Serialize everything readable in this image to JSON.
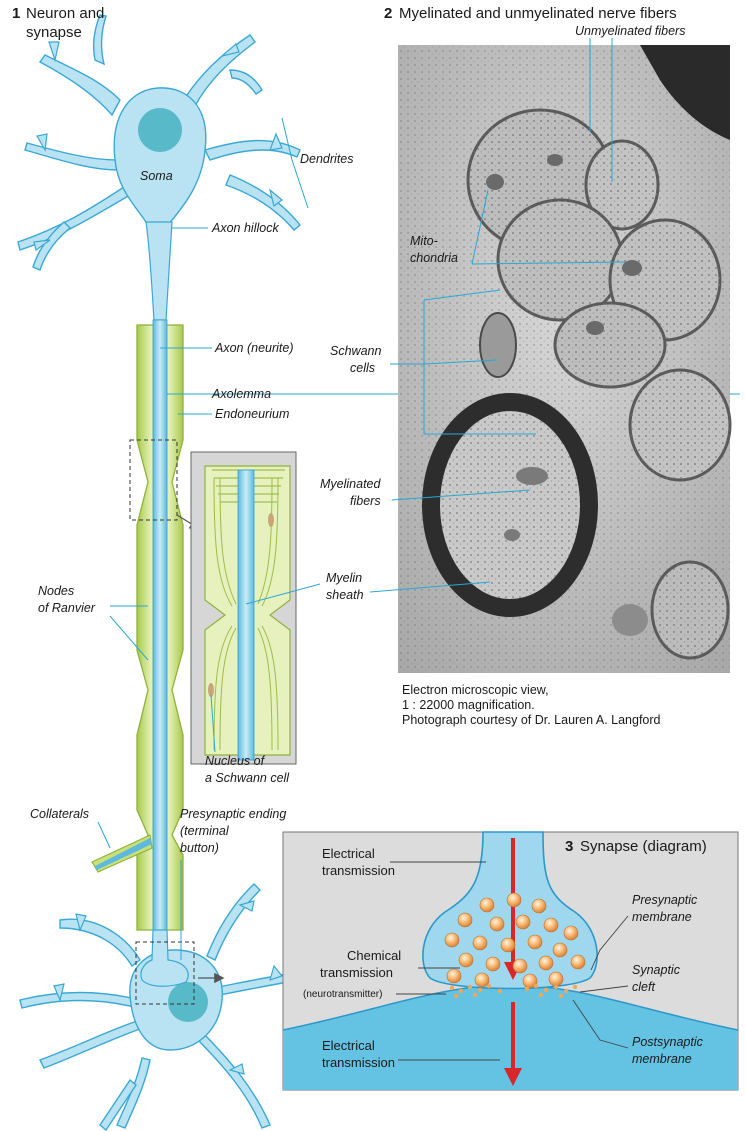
{
  "colors": {
    "neuron_fill": "#b9e3f3",
    "neuron_stroke": "#3aa8d4",
    "axon_core": "#79c8e6",
    "myelin": "#c8e07c",
    "myelin_stroke": "#8fb23a",
    "leader_line": "#2aa7d6",
    "panel_bg": "#dcdcdc",
    "em_bg": "#c9c9c9",
    "arrow_red": "#d9262b",
    "vesicle": "#f2a65a"
  },
  "panel1": {
    "number": "1",
    "title_line1": "Neuron and",
    "title_line2": "synapse",
    "labels": {
      "soma": "Soma",
      "dendrites": "Dendrites",
      "axon_hillock": "Axon hillock",
      "axon": "Axon (neurite)",
      "axolemma": "Axolemma",
      "endoneurium": "Endoneurium",
      "nodes_1": "Nodes",
      "nodes_2": "of Ranvier",
      "myelin_1": "Myelin",
      "myelin_2": "sheath",
      "nucleus_1": "Nucleus of",
      "nucleus_2": "a Schwann cell",
      "collaterals": "Collaterals",
      "presyn_1": "Presynaptic ending",
      "presyn_2": "(terminal",
      "presyn_3": "button)"
    }
  },
  "panel2": {
    "number": "2",
    "title": "Myelinated and unmyelinated nerve fibers",
    "labels": {
      "unmyelinated": "Unmyelinated fibers",
      "mito_1": "Mito-",
      "mito_2": "chondria",
      "schwann_1": "Schwann",
      "schwann_2": "cells",
      "myelinated_1": "Myelinated",
      "myelinated_2": "fibers"
    },
    "caption_line1": "Electron microscopic view,",
    "caption_line2": "1 : 22000 magnification.",
    "caption_line3": "Photograph courtesy of Dr. Lauren A. Langford"
  },
  "panel3": {
    "number": "3",
    "title": "Synapse (diagram)",
    "labels": {
      "electrical_top_1": "Electrical",
      "electrical_top_2": "transmission",
      "chemical_1": "Chemical",
      "chemical_2": "transmission",
      "neurotransmitter": "(neurotransmitter)",
      "electrical_bottom_1": "Electrical",
      "electrical_bottom_2": "transmission",
      "presyn_mem_1": "Presynaptic",
      "presyn_mem_2": "membrane",
      "cleft_1": "Synaptic",
      "cleft_2": "cleft",
      "postsyn_mem_1": "Postsynaptic",
      "postsyn_mem_2": "membrane"
    }
  }
}
